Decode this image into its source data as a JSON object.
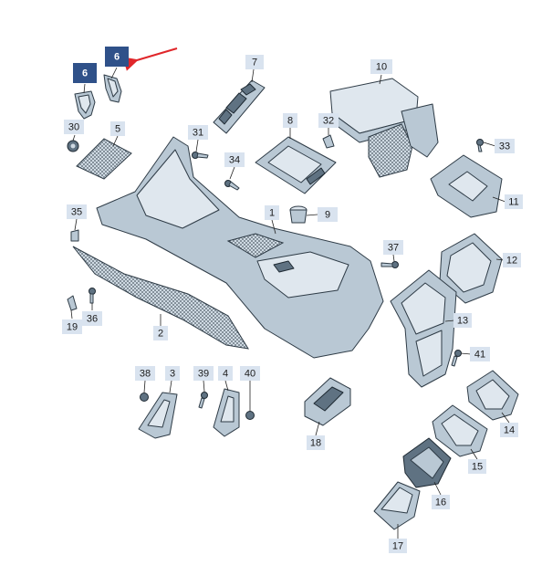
{
  "colors": {
    "label_bg": "#d9e3ef",
    "label_bg_highlight": "#2f5189",
    "part_fill": "#b9c8d4",
    "outline": "#2e3b46",
    "pointer_arrow": "#e0262a"
  },
  "callouts": [
    {
      "id": "c6a",
      "text": "6",
      "highlight": true
    },
    {
      "id": "c6b",
      "text": "6",
      "highlight": true
    },
    {
      "id": "c7",
      "text": "7"
    },
    {
      "id": "c10",
      "text": "10"
    },
    {
      "id": "c30",
      "text": "30"
    },
    {
      "id": "c5",
      "text": "5"
    },
    {
      "id": "c31",
      "text": "31"
    },
    {
      "id": "c8",
      "text": "8"
    },
    {
      "id": "c32",
      "text": "32"
    },
    {
      "id": "c33",
      "text": "33"
    },
    {
      "id": "c34",
      "text": "34"
    },
    {
      "id": "c11",
      "text": "11"
    },
    {
      "id": "c35",
      "text": "35"
    },
    {
      "id": "c1",
      "text": "1"
    },
    {
      "id": "c9",
      "text": "9"
    },
    {
      "id": "c37",
      "text": "37"
    },
    {
      "id": "c12",
      "text": "12"
    },
    {
      "id": "c19",
      "text": "19"
    },
    {
      "id": "c36",
      "text": "36"
    },
    {
      "id": "c2",
      "text": "2"
    },
    {
      "id": "c13",
      "text": "13"
    },
    {
      "id": "c41",
      "text": "41"
    },
    {
      "id": "c38",
      "text": "38"
    },
    {
      "id": "c3",
      "text": "3"
    },
    {
      "id": "c39",
      "text": "39"
    },
    {
      "id": "c4",
      "text": "4"
    },
    {
      "id": "c40",
      "text": "40"
    },
    {
      "id": "c14",
      "text": "14"
    },
    {
      "id": "c18",
      "text": "18"
    },
    {
      "id": "c15",
      "text": "15"
    },
    {
      "id": "c16",
      "text": "16"
    },
    {
      "id": "c17",
      "text": "17"
    }
  ]
}
